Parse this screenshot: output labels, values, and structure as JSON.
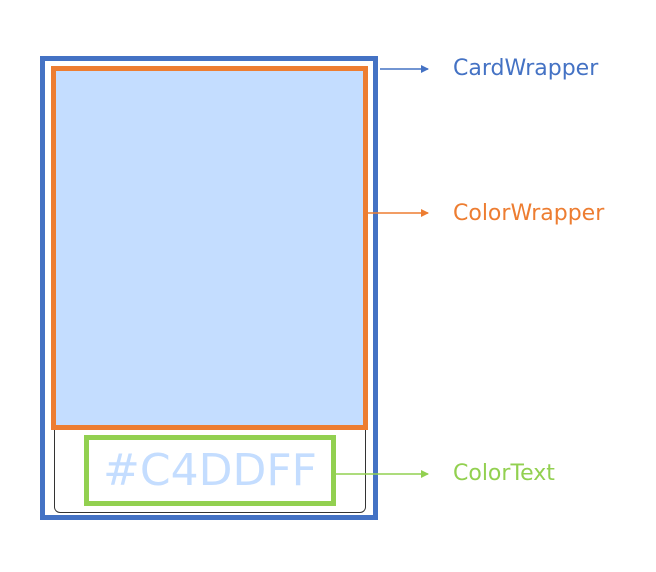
{
  "labels": {
    "card_wrapper": "CardWrapper",
    "color_wrapper": "ColorWrapper",
    "color_text": "ColorText"
  },
  "swatch": {
    "hex_text": "#C4DDFF"
  },
  "colors": {
    "card_wrapper_border": "#4472C4",
    "color_wrapper_border": "#ED7D31",
    "color_text_border": "#92D050",
    "swatch_fill": "#C4DDFF"
  }
}
